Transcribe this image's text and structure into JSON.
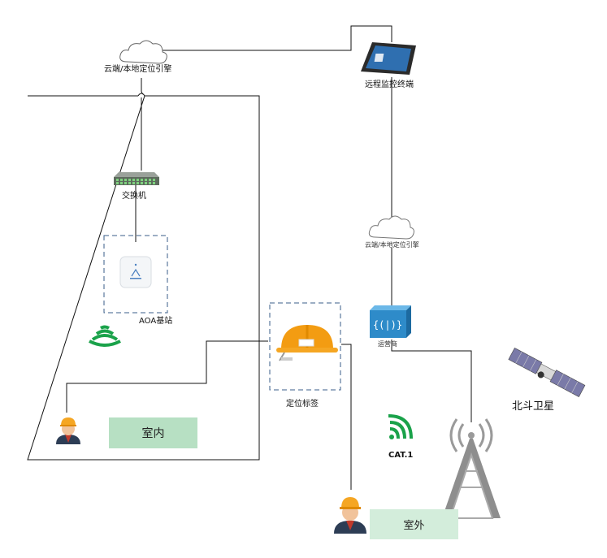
{
  "labels": {
    "cloud_top": "云端/本地定位引擎",
    "terminal": "远程监控终端",
    "switch": "交换机",
    "cloud_mid": "云端/本地定位引擎",
    "aoa": "AOA基站",
    "operator": "运营商",
    "satellite": "北斗卫星",
    "tag": "定位标签",
    "cat1": "CAT.1",
    "indoor": "室内",
    "outdoor": "室外"
  },
  "colors": {
    "line": "#111111",
    "dash": "#3a5d8a",
    "signal_green": "#1aa24a",
    "indoor_zone": "#b7e0c3",
    "outdoor_zone": "#d3eddb",
    "helmet": "#f39c12",
    "operator_blue": "#2e8bc9"
  },
  "icons": [
    "cloud-icon",
    "tablet-terminal-icon",
    "network-switch-icon",
    "aoa-base-station-icon",
    "wifi-signal-icon",
    "helmet-tag-icon",
    "worker-icon",
    "operator-router-icon",
    "satellite-icon",
    "cell-tower-icon"
  ]
}
